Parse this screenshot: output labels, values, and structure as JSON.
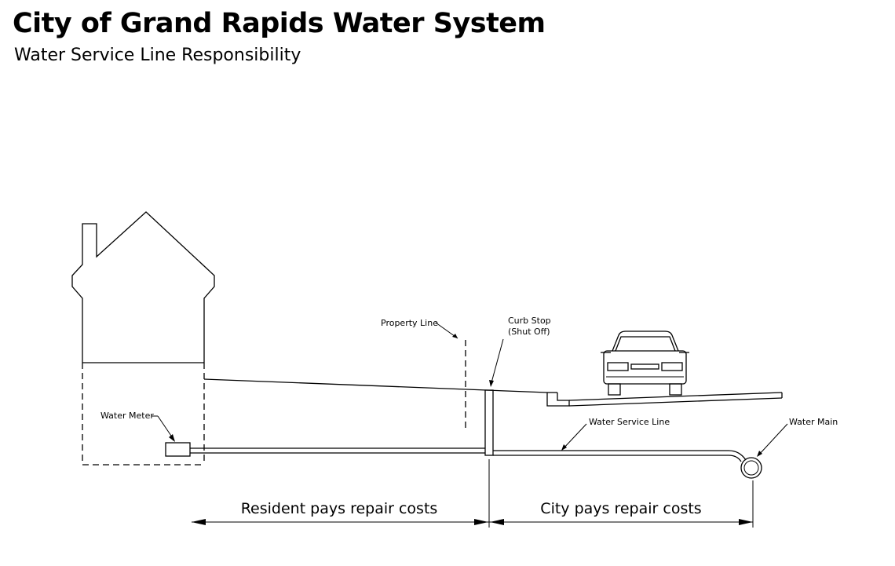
{
  "header": {
    "title": "City of Grand Rapids Water System",
    "subtitle": "Water Service Line Responsibility"
  },
  "labels": {
    "property_line": "Property Line",
    "curb_stop_line1": "Curb Stop",
    "curb_stop_line2": "(Shut Off)",
    "water_meter": "Water Meter",
    "water_service_line": "Water Service Line",
    "water_main": "Water Main"
  },
  "responsibility": {
    "resident": "Resident pays repair costs",
    "city": "City pays repair costs"
  },
  "icons": [
    "house-icon",
    "car-icon"
  ]
}
